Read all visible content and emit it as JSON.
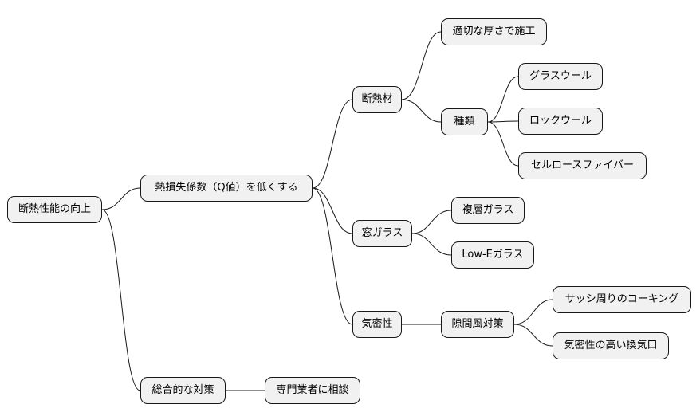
{
  "mindmap": {
    "root": {
      "label": "断熱性能の向上"
    },
    "branches": {
      "q_value": {
        "label": "熱損失係数（Q値）を低くする",
        "insulation": {
          "label": "断熱材",
          "proper_thickness": "適切な厚さで施工",
          "types": {
            "label": "種類",
            "glass_wool": "グラスウール",
            "rock_wool": "ロックウール",
            "cellulose_fiber": "セルロースファイバー"
          }
        },
        "window_glass": {
          "label": "窓ガラス",
          "double_glazing": "複層ガラス",
          "low_e_glass": "Low-Eガラス"
        },
        "airtightness": {
          "label": "気密性",
          "gap_measures": {
            "label": "隙間風対策",
            "sash_caulking": "サッシ周りのコーキング",
            "high_airtight_ventilation": "気密性の高い換気口"
          }
        }
      },
      "comprehensive": {
        "label": "総合的な対策",
        "consult_professional": "専門業者に相談"
      }
    }
  },
  "colors": {
    "node_fill": "#f1f1f1",
    "node_border": "#181818",
    "edge": "#181818",
    "text": "#000000",
    "background": "#ffffff"
  }
}
